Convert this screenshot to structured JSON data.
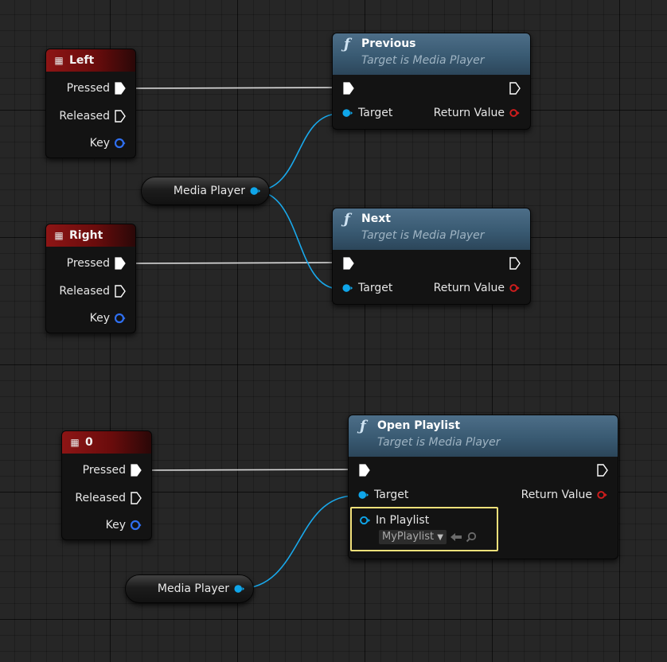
{
  "input_nodes": [
    {
      "key": "Left",
      "pins": {
        "pressed": "Pressed",
        "released": "Released",
        "key": "Key"
      }
    },
    {
      "key": "Right",
      "pins": {
        "pressed": "Pressed",
        "released": "Released",
        "key": "Key"
      }
    },
    {
      "key": "0",
      "pins": {
        "pressed": "Pressed",
        "released": "Released",
        "key": "Key"
      }
    }
  ],
  "function_nodes": [
    {
      "title": "Previous",
      "subtitle": "Target is Media Player",
      "target_label": "Target",
      "return_label": "Return Value"
    },
    {
      "title": "Next",
      "subtitle": "Target is Media Player",
      "target_label": "Target",
      "return_label": "Return Value"
    },
    {
      "title": "Open Playlist",
      "subtitle": "Target is Media Player",
      "target_label": "Target",
      "return_label": "Return Value",
      "param_label": "In Playlist",
      "param_value": "MyPlaylist"
    }
  ],
  "variable_nodes": [
    {
      "label": "Media Player"
    },
    {
      "label": "Media Player"
    }
  ],
  "icons": {
    "function": "ƒ",
    "keyboard": "keyboard-icon",
    "exec_pin": "exec-pin-icon",
    "object_pin": "object-pin-icon",
    "return_pin": "return-pin-icon",
    "use_asset": "arrow-left-icon",
    "browse_asset": "magnifier-icon"
  },
  "colors": {
    "event_header": "#8d1515",
    "function_header": "#395a72",
    "object_pin": "#0fa6ea",
    "key_pin": "#2f6ff0",
    "return_pin": "#d11d1d",
    "exec_wire": "#e0e0e0",
    "selection": "#f1d74a"
  }
}
